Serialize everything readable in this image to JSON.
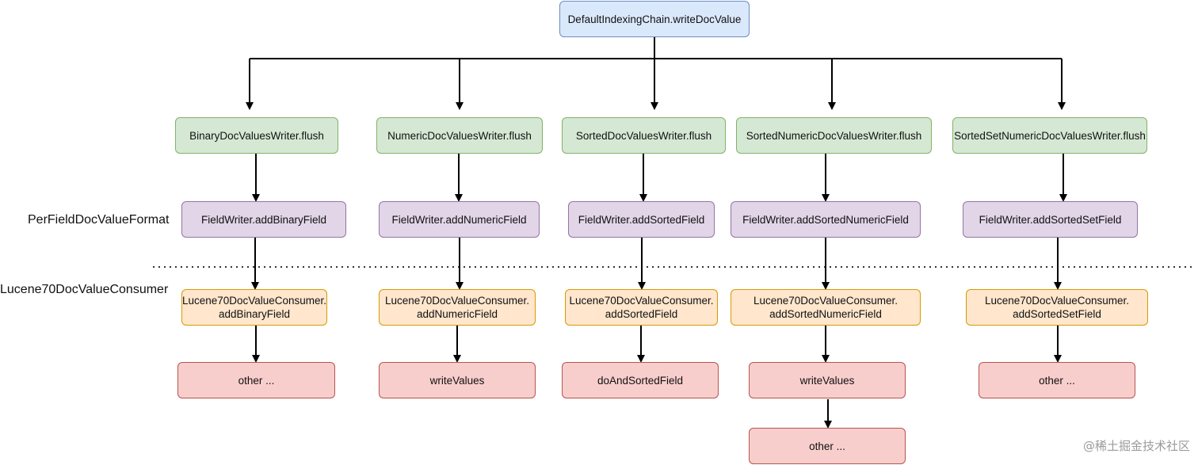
{
  "root": {
    "label": "DefaultIndexingChain.writeDocValue"
  },
  "layer_labels": {
    "per_field": "PerFieldDocValueFormat",
    "consumer": "Lucene70DocValueConsumer"
  },
  "columns": [
    {
      "writer": "BinaryDocValuesWriter.flush",
      "field_writer": "FieldWriter.addBinaryField",
      "consumer": "Lucene70DocValueConsumer.\naddBinaryField",
      "leaf": "other ..."
    },
    {
      "writer": "NumericDocValuesWriter.flush",
      "field_writer": "FieldWriter.addNumericField",
      "consumer": "Lucene70DocValueConsumer.\naddNumericField",
      "leaf": "writeValues"
    },
    {
      "writer": "SortedDocValuesWriter.flush",
      "field_writer": "FieldWriter.addSortedField",
      "consumer": "Lucene70DocValueConsumer.\naddSortedField",
      "leaf": "doAndSortedField"
    },
    {
      "writer": "SortedNumericDocValuesWriter.flush",
      "field_writer": "FieldWriter.addSortedNumericField",
      "consumer": "Lucene70DocValueConsumer.\naddSortedNumericField",
      "leaf": "writeValues",
      "leaf2": "other ..."
    },
    {
      "writer": "SortedSetNumericDocValuesWriter.flush",
      "field_writer": "FieldWriter.addSortedSetField",
      "consumer": "Lucene70DocValueConsumer.\naddSortedSetField",
      "leaf": "other ..."
    }
  ],
  "watermark": "@稀土掘金技术社区",
  "colors": {
    "root": "#dae8fc",
    "writer": "#d5e8d4",
    "field_writer": "#e1d5e7",
    "consumer": "#ffe6cc",
    "leaf": "#f8cecc"
  }
}
